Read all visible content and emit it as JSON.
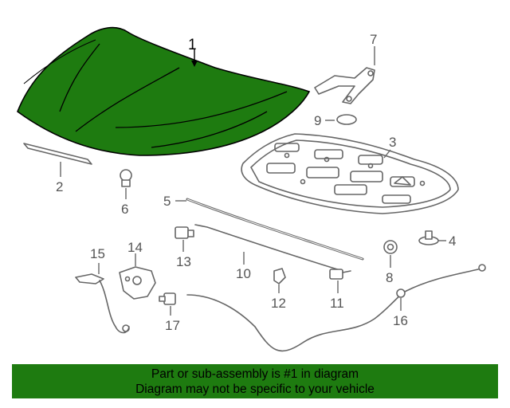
{
  "callouts": {
    "c1": "1",
    "c2": "2",
    "c3": "3",
    "c4": "4",
    "c5": "5",
    "c6": "6",
    "c7": "7",
    "c8": "8",
    "c9": "9",
    "c10": "10",
    "c11": "11",
    "c12": "12",
    "c13": "13",
    "c14": "14",
    "c15": "15",
    "c16": "16",
    "c17": "17"
  },
  "banner": {
    "line1": "Part or sub-assembly is #1 in diagram",
    "line2": "Diagram may not be specific to your vehicle"
  },
  "colors": {
    "highlight": "#1e7b10",
    "outline": "#666666"
  }
}
